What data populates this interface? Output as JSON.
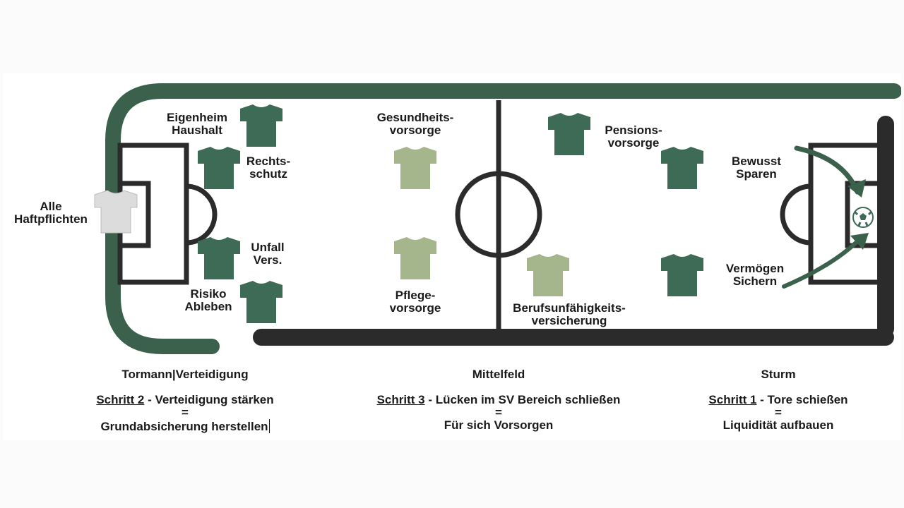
{
  "colors": {
    "field_line": "#2b2b2b",
    "field_border": "#3b614c",
    "shirt_dark": "#3d6b55",
    "shirt_light": "#a6b68c",
    "shirt_grey": "#dcdcdc",
    "arrow": "#3b614c"
  },
  "players": {
    "haftpflicht": [
      "Alle",
      "Haftpflichten"
    ],
    "eigenheim": [
      "Eigenheim",
      "Haushalt"
    ],
    "rechtsschutz": [
      "Rechts-",
      "schutz"
    ],
    "unfall": [
      "Unfall",
      "Vers."
    ],
    "risiko": [
      "Risiko",
      "Ableben"
    ],
    "gesundheit": [
      "Gesundheits-",
      "vorsorge"
    ],
    "pflege": [
      "Pflege-",
      "vorsorge"
    ],
    "bu": [
      "Berufsunfähigkeits-",
      "versicherung"
    ],
    "pension": [
      "Pensions-",
      "vorsorge"
    ],
    "sparen": [
      "Bewusst",
      "Sparen"
    ],
    "vermoegen": [
      "Vermögen",
      "Sichern"
    ]
  },
  "sections": {
    "defense": {
      "title": "Tormann|Verteidigung",
      "step": "Schritt 2",
      "step_text": " - Verteidigung stärken",
      "equals": "=",
      "goal": "Grundabsicherung herstellen"
    },
    "midfield": {
      "title": "Mittelfeld",
      "step": "Schritt 3",
      "step_text": " - Lücken im SV Bereich schließen",
      "equals": "=",
      "goal": "Für sich Vorsorgen"
    },
    "attack": {
      "title": "Sturm",
      "step": "Schritt 1",
      "step_text": " - Tore schießen",
      "equals": "=",
      "goal": "Liquidität aufbauen"
    }
  },
  "icons": {
    "ball": "soccer-ball-icon",
    "shirt": "shirt-icon",
    "arrow": "curved-arrow-icon"
  }
}
